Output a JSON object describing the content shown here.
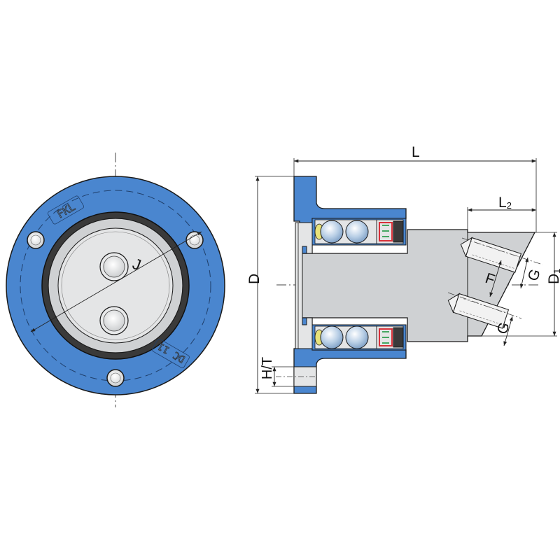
{
  "labels": {
    "j": "J",
    "d": "D",
    "l": "L",
    "l2_main": "L",
    "l2_sub": "2",
    "g_upper": "G",
    "g_lower": "G",
    "f": "F",
    "d1_main": "D",
    "d1_sub": "1",
    "ht": "H/T"
  },
  "face_markings": {
    "brand": "FKL",
    "code": "DC 11"
  },
  "colors": {
    "housing_blue": "#4a86cf",
    "outline": "#1a1a1a",
    "seal_dark": "#3a3a3a",
    "shaft_grey": "#cfd1d3",
    "shaft_light": "#e4e5e6",
    "ball_blue": "#b9cfe6",
    "cage_yellow": "#e8e27a",
    "seal_red": "#d8323a",
    "seal_green": "#2e9e4f",
    "dim_line": "#222222"
  }
}
